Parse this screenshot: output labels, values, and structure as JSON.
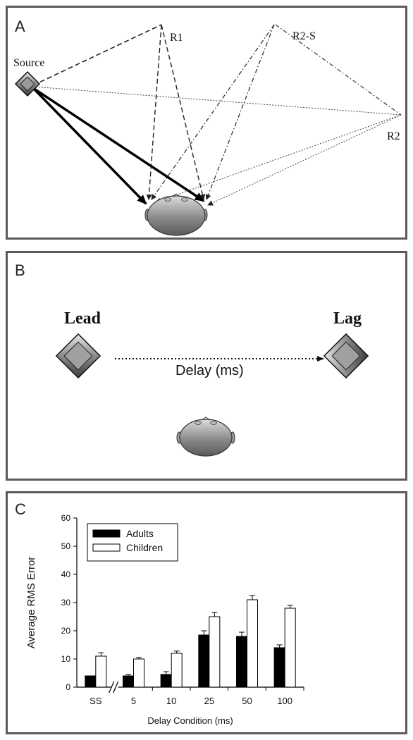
{
  "panels": {
    "a": {
      "label": "A",
      "source_label": "Source",
      "reflector_labels": [
        "R1",
        "R2-S",
        "R2"
      ]
    },
    "b": {
      "label": "B",
      "lead_label": "Lead",
      "lag_label": "Lag",
      "delay_label": "Delay (ms)"
    },
    "c": {
      "label": "C"
    }
  },
  "chart_data": {
    "type": "bar",
    "title": "",
    "xlabel": "Delay Condition (ms)",
    "ylabel": "Average RMS Error",
    "categories": [
      "SS",
      "5",
      "10",
      "25",
      "50",
      "100"
    ],
    "ylim": [
      0,
      60
    ],
    "yticks": [
      0,
      10,
      20,
      30,
      40,
      50,
      60
    ],
    "axis_break_after_first_category": true,
    "grid": false,
    "legend_position": "top-left",
    "series": [
      {
        "name": "Adults",
        "color": "#000000",
        "values": [
          4,
          4,
          4.5,
          18.5,
          18,
          14
        ],
        "errors": [
          0,
          0.5,
          1,
          1.5,
          1.5,
          1
        ]
      },
      {
        "name": "Children",
        "color": "#ffffff",
        "values": [
          11,
          10,
          12,
          25,
          31,
          28
        ],
        "errors": [
          1.2,
          0.5,
          0.8,
          1.5,
          1.5,
          1
        ]
      }
    ]
  }
}
